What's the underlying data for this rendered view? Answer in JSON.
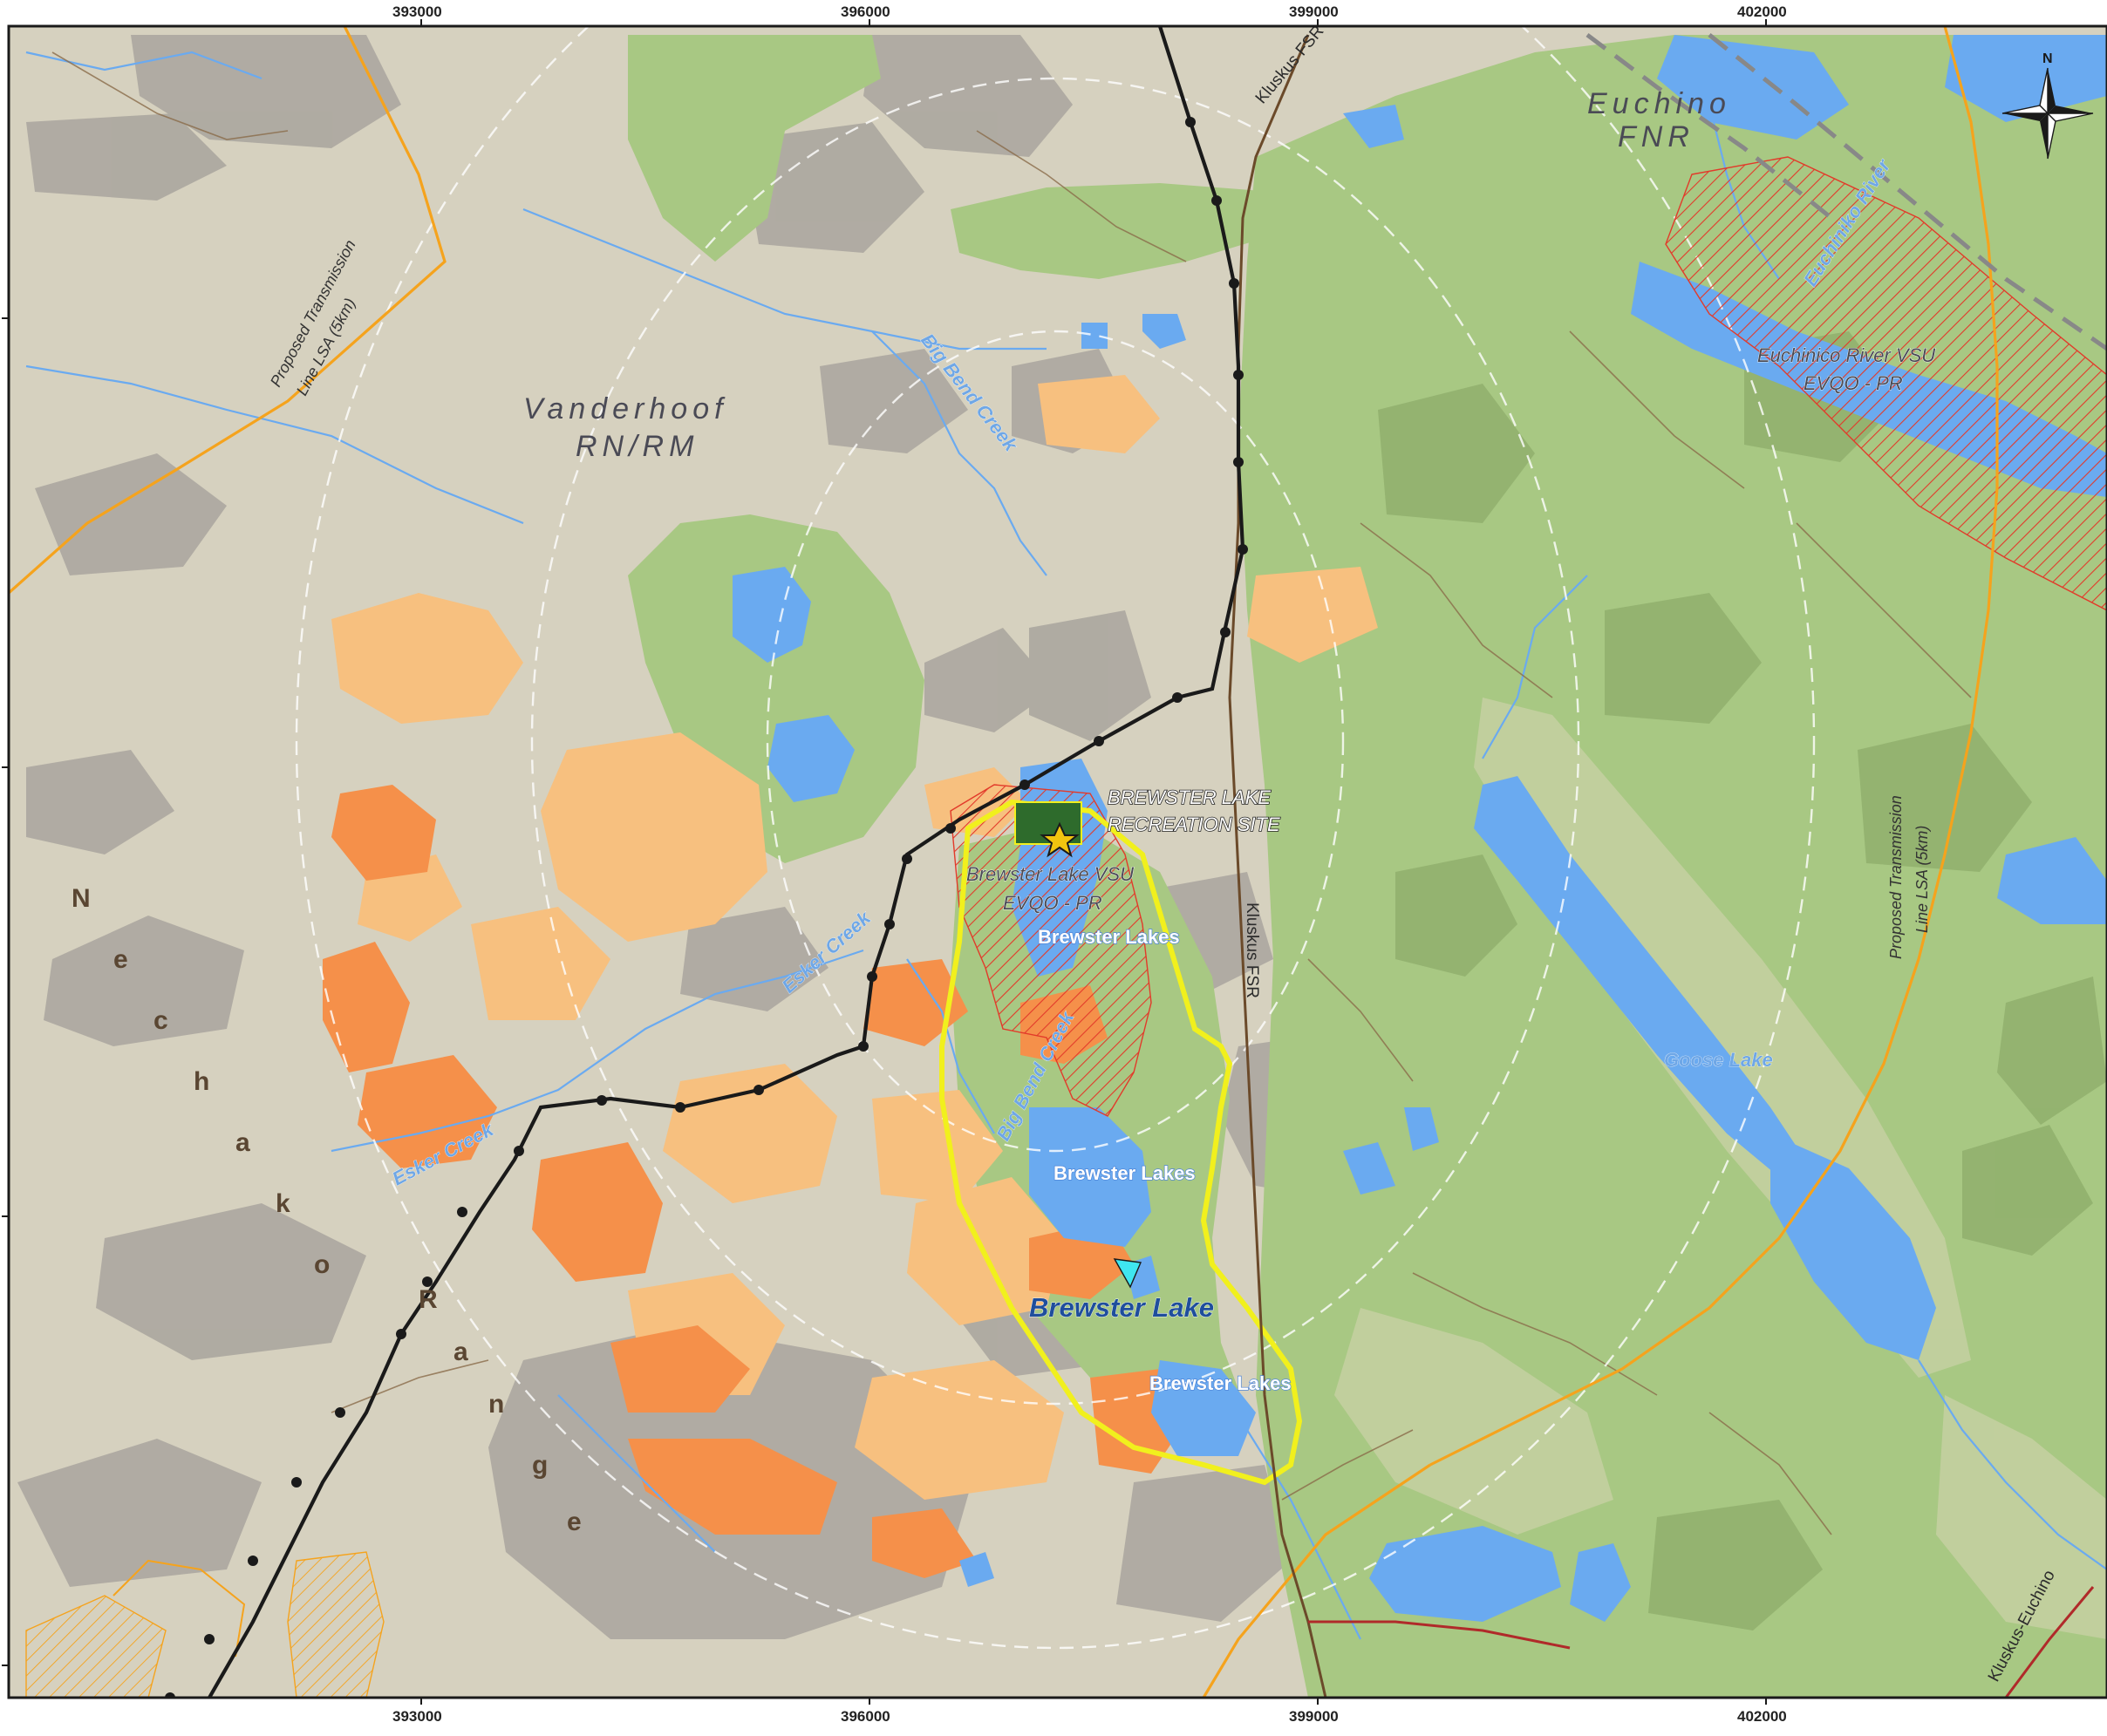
{
  "map": {
    "axis": {
      "x_ticks": [
        "393000",
        "396000",
        "399000",
        "402000"
      ]
    },
    "region_labels": {
      "vanderhoof_line1": "Vanderhoof",
      "vanderhoof_line2": "RN/RM",
      "euchino_line1": "Euchino",
      "euchino_line2": "FNR",
      "nechako_range": [
        "N",
        "e",
        "c",
        "h",
        "a",
        "k",
        "o",
        "R",
        "a",
        "n",
        "g",
        "e"
      ]
    },
    "water_labels": {
      "big_bend_creek_north": "Big Bend Creek",
      "big_bend_creek_south": "Big Bend Creek",
      "esker_creek_north": "Esker Creek",
      "esker_creek_south": "Esker Creek",
      "euchiniko_river": "Euchiniko River",
      "goose_lake": "Goose Lake",
      "brewster_lakes": "Brewster Lakes",
      "brewster_lakes_2": "Brewster Lakes",
      "brewster_lakes_3": "Brewster Lakes",
      "brewster_lake": "Brewster Lake"
    },
    "vsu_labels": {
      "euchinico_line1": "Euchinico River VSU",
      "euchinico_line2": "EVQO - PR",
      "brewster_line1": "Brewster Lake VSU",
      "brewster_line2": "EVQO - PR"
    },
    "road_labels": {
      "kluskus_fsr_north": "Kluskus FSR",
      "kluskus_fsr_main": "Kluskus FSR",
      "kluskus_euchino": "Kluskus-Euchino"
    },
    "recreation_site": {
      "line1": "BREWSTER LAKE",
      "line2": "RECREATION SITE"
    },
    "transmission_labels": {
      "west_line1": "Proposed Transmission",
      "west_line2": "Line LSA (5km)",
      "east_line1": "Proposed Transmission",
      "east_line2": "Line LSA (5km)"
    },
    "north_arrow": {
      "letter": "N"
    },
    "colors": {
      "background": "#d6d1bf",
      "hillshade": "#a9a59d",
      "green_zone": "#a8c883",
      "water": "#6aaaf0",
      "orange_dark": "#f5904a",
      "orange_light": "#f7c07f",
      "transmission": "#1a1a1a",
      "lsa_boundary": "#f5a31d",
      "study_area": "#f1f01d",
      "vsu_hatch": "#e23a2a",
      "rec_site": "#2e6b2c"
    }
  }
}
